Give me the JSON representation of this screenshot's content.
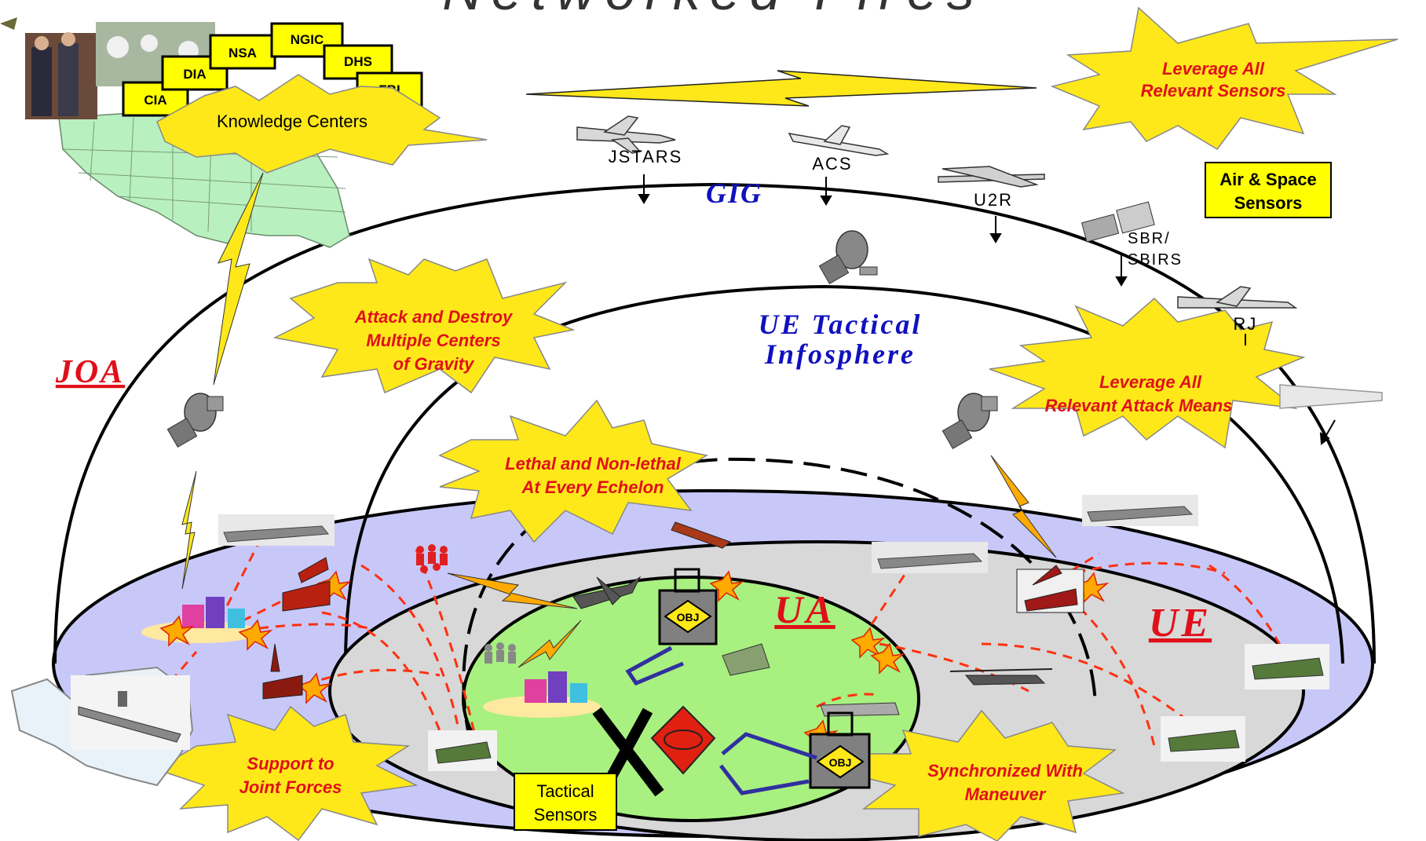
{
  "title": "Networked Fires",
  "agencies": [
    "CIA",
    "DIA",
    "NSA",
    "NGIC",
    "DHS",
    "FBI"
  ],
  "knowledge_centers": "Knowledge Centers",
  "leverage_sensors": [
    "Leverage All",
    "Relevant Sensors"
  ],
  "air_space_sensors": [
    "Air & Space",
    "Sensors"
  ],
  "platforms": {
    "jstars": "JSTARS",
    "acs": "ACS",
    "u2r": "U2R",
    "sbr": "SBR/",
    "sbirs": "SBIRS",
    "rj": "RJ"
  },
  "gig": "GIG",
  "joa": "JOA",
  "ue_infosphere": [
    "UE Tactical",
    "Infosphere"
  ],
  "attack_destroy": [
    "Attack and Destroy",
    "Multiple Centers",
    "of Gravity"
  ],
  "leverage_attack": [
    "Leverage All",
    "Relevant Attack Means"
  ],
  "lethal": [
    "Lethal and Non-lethal",
    "At Every Echelon"
  ],
  "ua": "UA",
  "ue": "UE",
  "obj": "OBJ",
  "support": [
    "Support to",
    "Joint Forces"
  ],
  "tactical_sensors": [
    "Tactical",
    "Sensors"
  ],
  "synchronized": [
    "Synchronized  With",
    "Maneuver"
  ],
  "colors": {
    "starburst": "#ffe81a",
    "burst_text": "#e0101a",
    "box_yellow": "#ffff00",
    "outer_disc": "#c8c8f8",
    "middle_disc": "#d8d8d8",
    "inner_disc": "#a8f080",
    "map_green": "#b8f0c0",
    "blue_label": "#1010c0",
    "red_label": "#e0101a",
    "dashed_red": "#ff3010"
  }
}
